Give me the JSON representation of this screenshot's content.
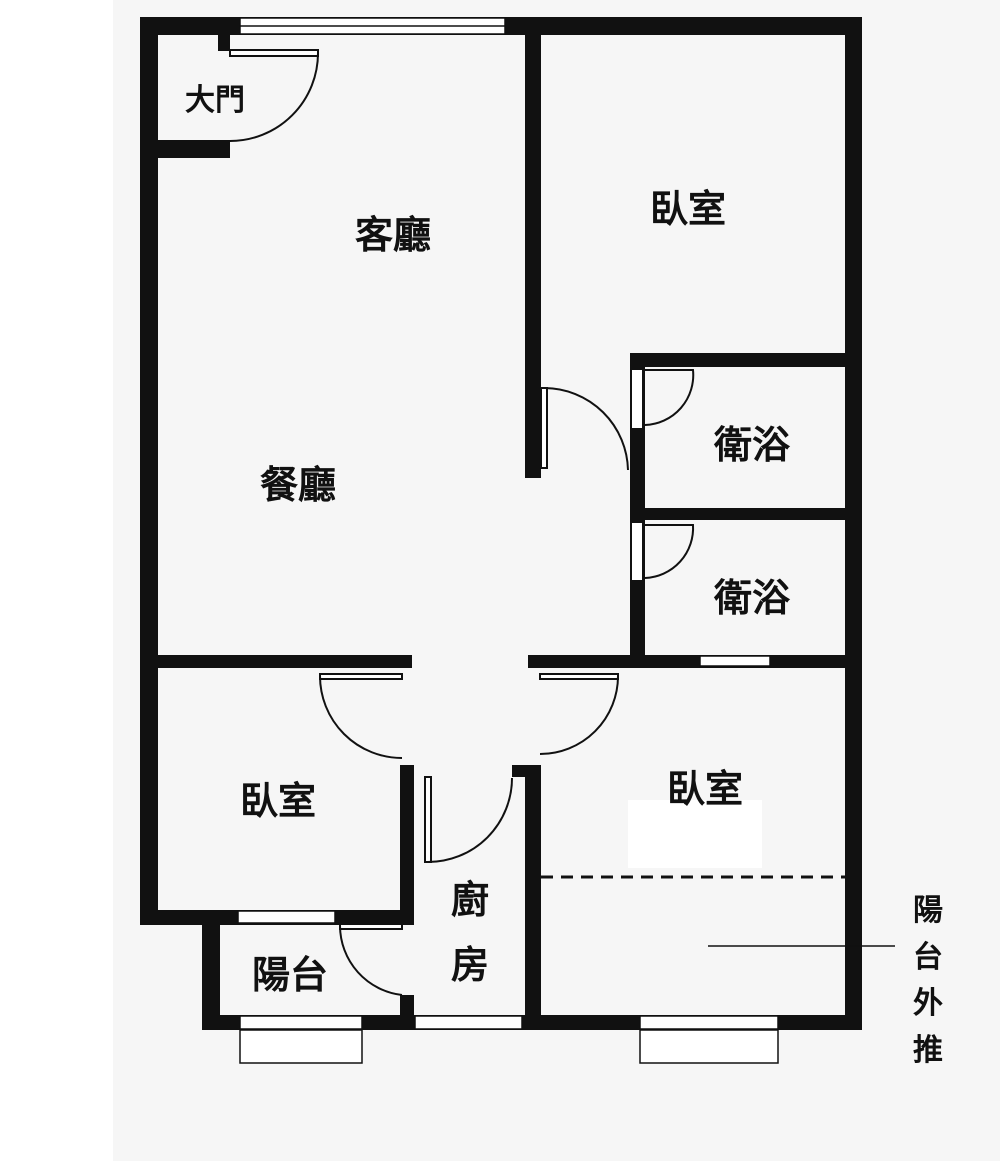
{
  "title": "Floor plan",
  "rooms": {
    "entrance": "大門",
    "living_room": "客廳",
    "dining_room": "餐廳",
    "bedroom_top": "臥室",
    "bathroom_1": "衛浴",
    "bathroom_2": "衛浴",
    "bedroom_left": "臥室",
    "bedroom_right": "臥室",
    "kitchen_1": "廚",
    "kitchen_2": "房",
    "balcony": "陽台"
  },
  "annotation": {
    "chars": [
      "陽",
      "台",
      "外",
      "推"
    ]
  },
  "colors": {
    "wall": "#111111",
    "floor": "#f6f6f6",
    "margin": "#ffffff"
  }
}
